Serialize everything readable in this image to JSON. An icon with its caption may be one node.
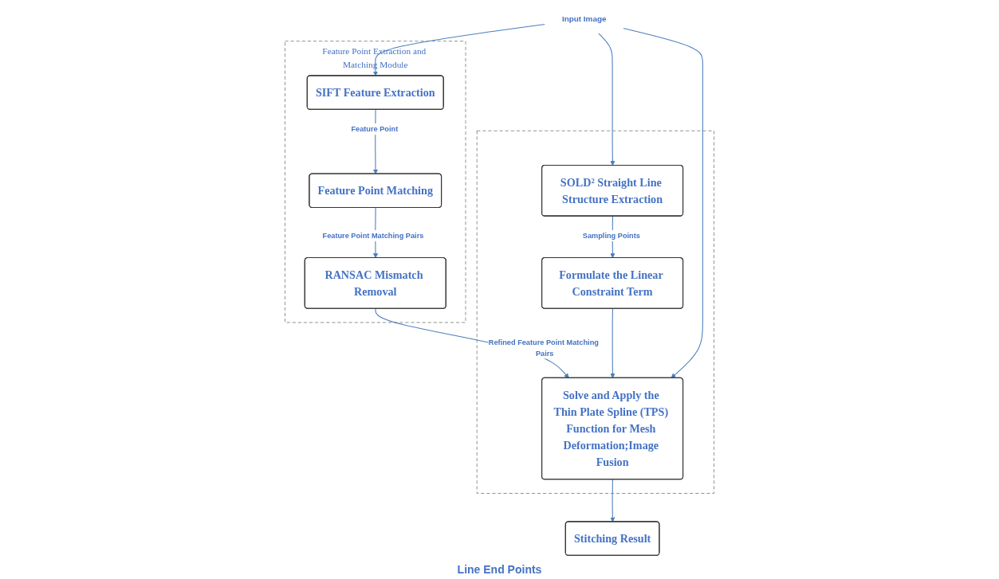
{
  "diagram": {
    "nodes": [
      {
        "text": [
          "Input Image"
        ]
      },
      {
        "text": [
          "Feature Point Extraction and Matching Module"
        ]
      },
      {
        "text": [
          "SIFT Feature Extraction"
        ],
        "in": 1
      },
      {
        "text": [
          "Feature Point Matching"
        ],
        "in": 1
      },
      {
        "text": [
          "RANSAC Mismatch Removal"
        ],
        "in": 1
      },
      {
        "text": [],
        "shape": "box"
      },
      {
        "text": [
          "SOLD² Straight Line Structure Extraction"
        ],
        "in": 5
      },
      {
        "text": [
          "Formulate the Linear Constraint Term"
        ],
        "in": 5
      },
      {
        "text": [
          "Solve and Apply the Thin Plate Spline (TPS) Function for Mesh Deformation;Image Fusion"
        ],
        "in": 5
      },
      {
        "text": [
          "Stitching Result"
        ]
      }
    ],
    "edges": [
      {
        "from": 0,
        "to": 2,
        "arrow": "to"
      },
      {
        "from": 0,
        "to": 6,
        "arrow": "to"
      },
      {
        "from": 0,
        "to": 8,
        "arrow": "to"
      },
      {
        "from": 2,
        "to": 3,
        "arrow": "to",
        "label": "Feature Point"
      },
      {
        "from": 3,
        "to": 4,
        "arrow": "to",
        "label": "Feature Point Matching Pairs"
      },
      {
        "from": 4,
        "to": 8,
        "arrow": "to",
        "label": "Refined Feature Point Matching Pairs"
      },
      {
        "from": 6,
        "to": 7,
        "arrow": "to",
        "label": "Sampling Points"
      },
      {
        "from": 7,
        "to": 8,
        "arrow": "to"
      },
      {
        "from": 8,
        "to": 9,
        "arrow": "to"
      }
    ],
    "labels": [
      "Line End Points"
    ]
  }
}
